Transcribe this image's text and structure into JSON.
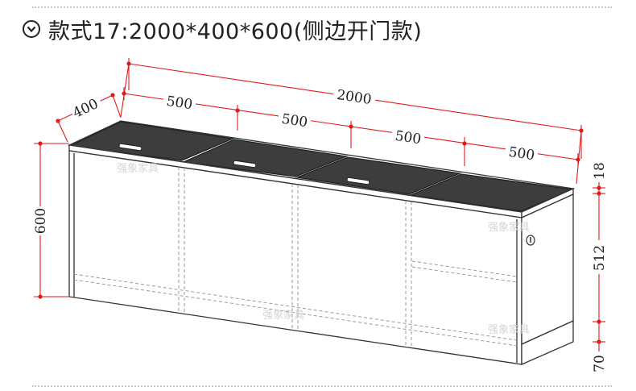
{
  "title": "款式17:2000*400*600(侧边开门款)",
  "dimensions": {
    "total_width": "2000",
    "depth": "400",
    "segment_1": "500",
    "segment_2": "500",
    "segment_3": "500",
    "segment_4": "500",
    "height": "600",
    "top_thickness": "18",
    "body_height": "512",
    "base_height": "70"
  },
  "watermarks": [
    "强象家具",
    "强象家具",
    "强象家具",
    "强象家具"
  ],
  "colors": {
    "dimension_line": "#e01a1a",
    "outline": "#333333",
    "lid": "#3a3a3a",
    "hidden_line": "#999999"
  }
}
